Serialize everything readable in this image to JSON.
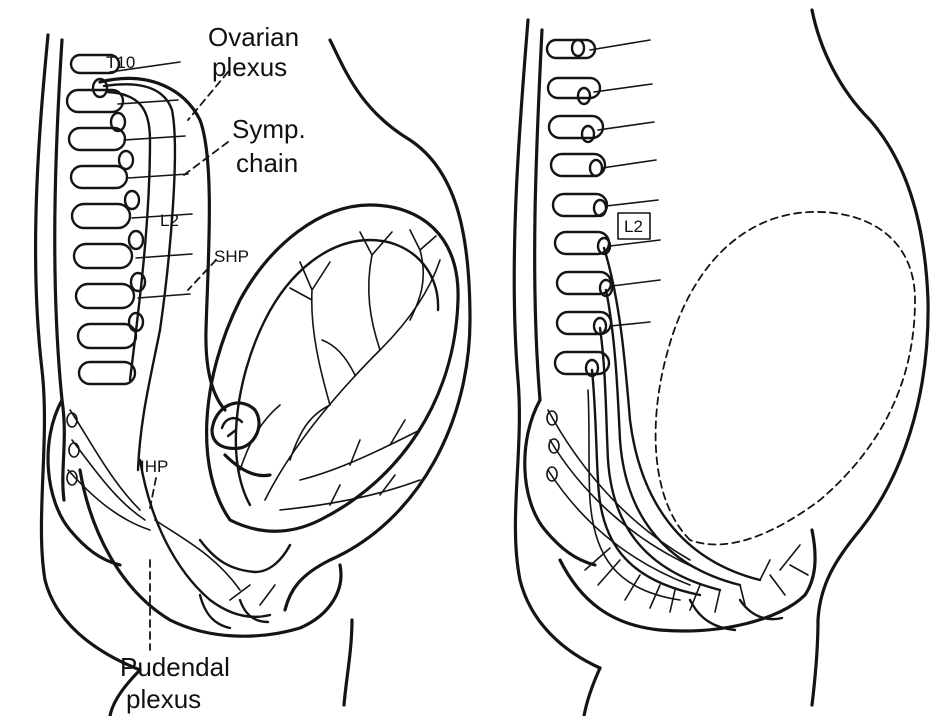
{
  "left_panel": {
    "labels": {
      "t10": "T10",
      "ovarian_plexus_1": "Ovarian",
      "ovarian_plexus_2": "plexus",
      "symp_chain_1": "Symp.",
      "symp_chain_2": "chain",
      "l2": "L2",
      "shp": "SHP",
      "ihp": "IHP",
      "pudendal_plexus_1": "Pudendal",
      "pudendal_plexus_2": "plexus"
    }
  },
  "right_panel": {
    "labels": {
      "l2": "L2"
    }
  },
  "colors": {
    "ink": "#141414",
    "background": "#ffffff"
  }
}
